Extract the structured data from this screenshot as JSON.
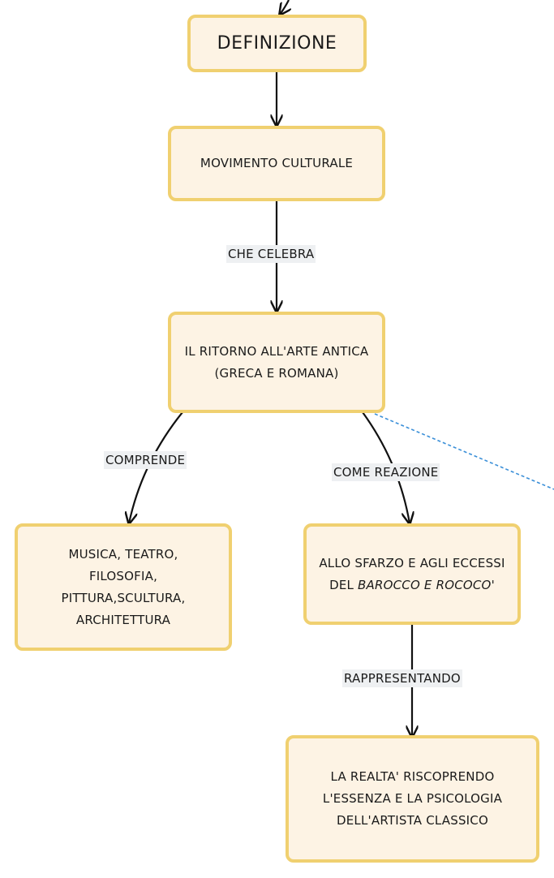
{
  "nodes": {
    "definizione": "DEFINIZIONE",
    "movimento": "MOVIMENTO CULTURALE",
    "ritorno": "IL RITORNO ALL'ARTE ANTICA (GRECA E ROMANA)",
    "musica": "MUSICA, TEATRO, FILOSOFIA, PITTURA,SCULTURA, ARCHITETTURA",
    "sfarzo_prefix": "ALLO SFARZO E AGLI ECCESSI DEL ",
    "sfarzo_italic": "BAROCCO E ROCOCO'",
    "realta": "LA REALTA' RISCOPRENDO L'ESSENZA E LA PSICOLOGIA DELL'ARTISTA CLASSICO"
  },
  "edges": {
    "che_celebra": "CHE CELEBRA",
    "comprende": "COMPRENDE",
    "come_reazione": "COME REAZIONE",
    "rappresentando": "RAPPRESENTANDO"
  },
  "colors": {
    "node_fill": "#fdf3e4",
    "node_border": "#f0d070",
    "edge_stroke": "#111111",
    "dashed_link": "#3a8fd8",
    "label_bg": "#eef0f2"
  }
}
